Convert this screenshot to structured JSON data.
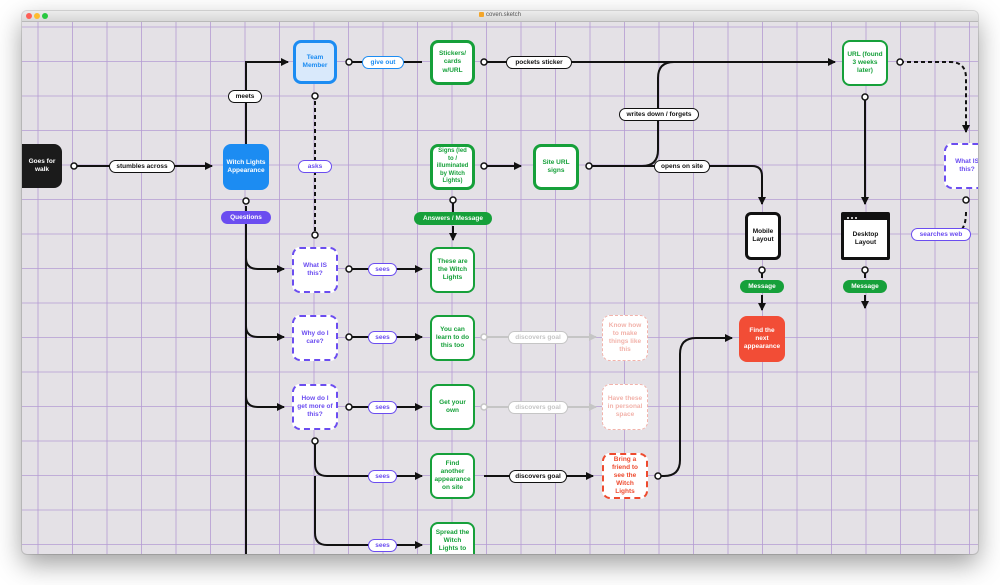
{
  "window": {
    "title": "coven.sketch"
  },
  "nodes": {
    "goes_for_walk": "Goes for walk",
    "team_member": "Team Member",
    "stickers_cards": "Stickers/ cards w/URL",
    "url_found_later": "URL (found 3 weeks later)",
    "what_is_this_right": "What IS this?",
    "witch_lights_appearance": "Witch Lights Appearance",
    "signs_illuminated": "Signs (led to / illuminated by Witch Lights)",
    "site_url_signs": "Site URL signs",
    "mobile_layout": "Mobile Layout",
    "desktop_layout": "Desktop Layout",
    "what_is_this": "What IS this?",
    "why_do_i_care": "Why do I care?",
    "how_do_i_get_more": "How do I get more of this?",
    "these_are_witch_lights": "These are the Witch Lights",
    "you_can_learn": "You can learn to do this too",
    "get_your_own": "Get your own",
    "find_another_appearance": "Find another appearance on site",
    "spread_witch_lights": "Spread the Witch Lights to your area",
    "know_how_to_make": "Know how to make things like this",
    "have_these_in_space": "Have these in personal space",
    "bring_a_friend": "Bring a friend to see the Witch Lights",
    "find_next_appearance": "Find the next appearance"
  },
  "labels": {
    "meets": "meets",
    "give_out": "give out",
    "pockets_sticker": "pockets sticker",
    "stumbles_across": "stumbles across",
    "asks": "asks",
    "writes_down_forgets": "writes down / forgets",
    "opens_on_site": "opens on site",
    "searches_web": "searches web",
    "questions": "Questions",
    "answers_message": "Answers / Message",
    "message_mobile": "Message",
    "message_desktop": "Message",
    "sees_1": "sees",
    "sees_2": "sees",
    "sees_3": "sees",
    "sees_4": "sees",
    "sees_5": "sees",
    "discovers_goal_faded_1": "discovers goal",
    "discovers_goal_faded_2": "discovers goal",
    "discovers_goal": "discovers goal"
  },
  "colors": {
    "canvas_bg": "#e4e1e6",
    "grid_line": "#b49bd3",
    "connector": "#111111",
    "blue": "#1c8cf2",
    "green": "#16a03a",
    "purple": "#6b4df0",
    "red": "#f24d36",
    "faded_red": "#f2b3ab"
  }
}
